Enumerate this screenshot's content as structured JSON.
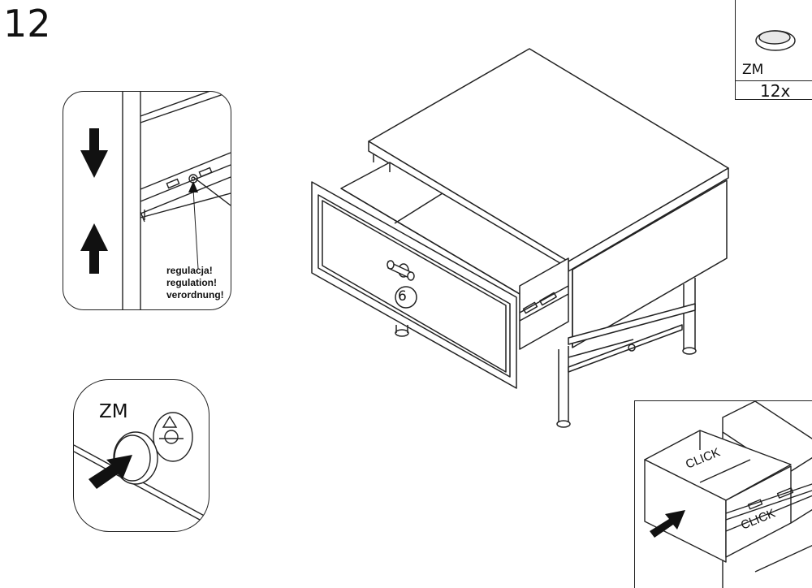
{
  "step": {
    "number": "12"
  },
  "parts": {
    "code": "ZM",
    "quantity": "12x"
  },
  "regulation_detail": {
    "notes": [
      "regulacja!",
      "regulation!",
      "verordnung!"
    ]
  },
  "cap_detail": {
    "code": "ZM"
  },
  "main_view": {
    "drawer_number": "6"
  },
  "click_detail": {
    "click_top": "CLICK",
    "click_bottom": "CLICK"
  },
  "icons": [
    "arrow-down-icon",
    "arrow-up-icon",
    "arrow-pointer-icon",
    "felt-pad-icon"
  ]
}
